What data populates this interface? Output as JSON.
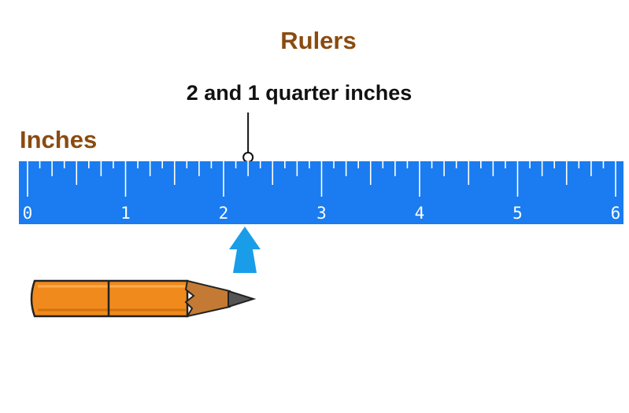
{
  "title": "Rulers",
  "measurement_label": "2 and 1 quarter inches",
  "unit_label": "Inches",
  "ruler": {
    "min": 0,
    "max": 6,
    "subdivisions_per_unit": 8,
    "tick_labels": [
      "0",
      "1",
      "2",
      "3",
      "4",
      "5",
      "6"
    ],
    "marker_value": 2.25,
    "color": "#1a7cf0"
  },
  "pointer_arrow": {
    "color": "#1a9de8"
  },
  "pencil": {
    "body_color": "#f08a1c",
    "lead_color": "#555555",
    "wood_color": "#c47a34"
  },
  "colors": {
    "title": "#8a4b0f",
    "text": "#111111"
  }
}
